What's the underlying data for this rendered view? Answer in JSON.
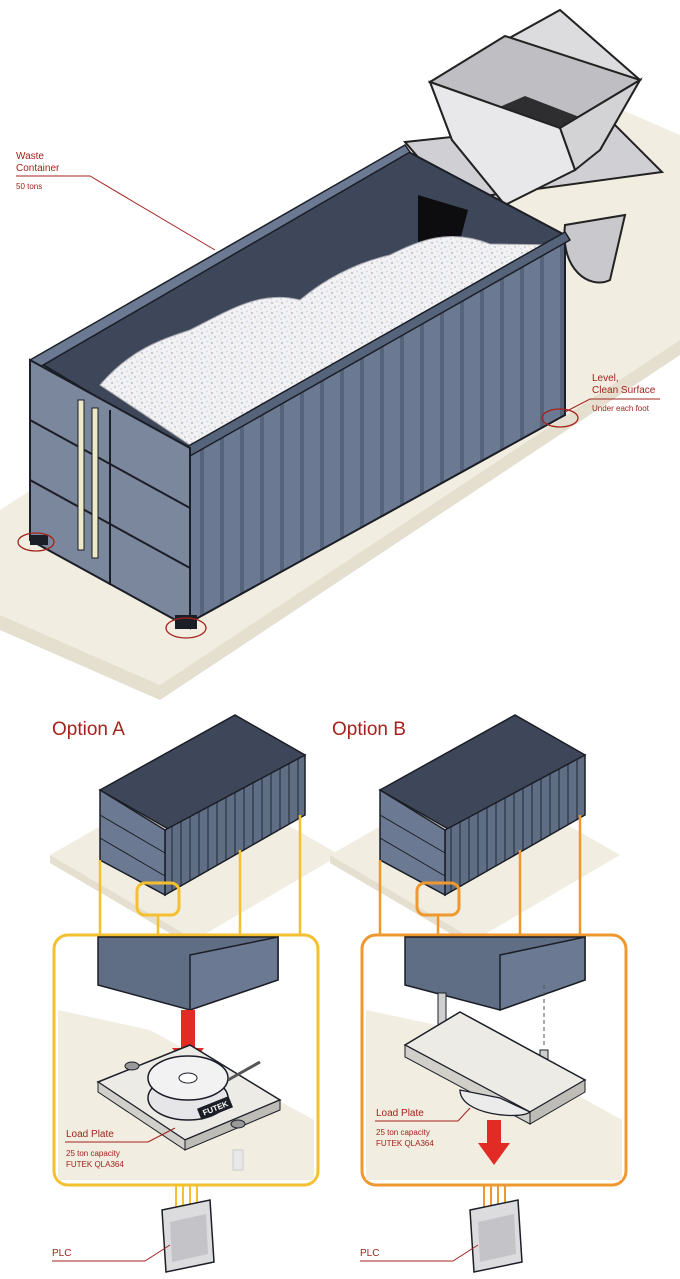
{
  "top": {
    "waste_container": {
      "title_line1": "Waste",
      "title_line2": "Container",
      "weight": "50 tons"
    },
    "surface": {
      "title_line1": "Level,",
      "title_line2": "Clean Surface",
      "note": "Under each foot"
    }
  },
  "options": [
    {
      "title": "Option A",
      "load_plate": {
        "title": "Load Plate",
        "capacity": "25 ton capacity",
        "model": "FUTEK QLA364"
      },
      "sensor_brand": "FUTEK",
      "plc": "PLC"
    },
    {
      "title": "Option B",
      "load_plate": {
        "title": "Load Plate",
        "capacity": "25 ton capacity",
        "model": "FUTEK QLA364"
      },
      "plc": "PLC"
    }
  ],
  "colors": {
    "label_red": "#a3231d",
    "option_a_frame": "#f5c02f",
    "option_b_frame": "#ef9830",
    "container_side": "#6b7a92",
    "container_dark": "#4a5568",
    "floor": "#f1ede0",
    "load_arrow": "#e32b26"
  }
}
